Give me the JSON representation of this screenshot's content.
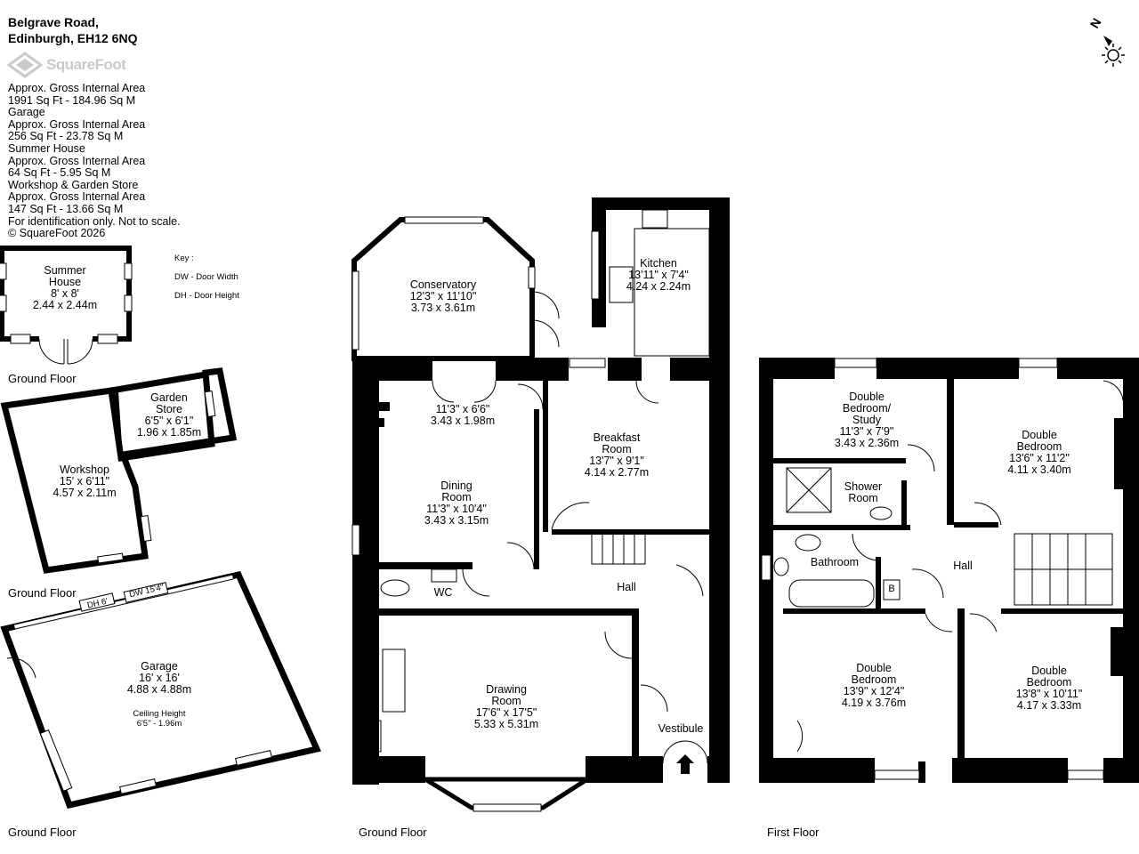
{
  "address": {
    "line1": "Belgrave Road,",
    "line2": "Edinburgh, EH12 6NQ"
  },
  "brand": {
    "name": "SquareFoot"
  },
  "areas": [
    "Approx. Gross Internal Area",
    "1991 Sq Ft  -  184.96 Sq M",
    "Garage",
    "Approx. Gross Internal Area",
    "256 Sq Ft  -  23.78 Sq M",
    "Summer House",
    "Approx. Gross Internal Area",
    "64 Sq Ft  -  5.95 Sq M",
    "Workshop & Garden Store",
    "Approx. Gross Internal Area",
    "147 Sq Ft  -  13.66 Sq M",
    "For identification only. Not to scale.",
    "© SquareFoot 2026"
  ],
  "key": {
    "title": "Key :",
    "dw": "DW - Door Width",
    "dh": "DH - Door Height"
  },
  "compass": {
    "letter": "N"
  },
  "floors": {
    "ground": "Ground Floor",
    "first": "First Floor"
  },
  "rooms": {
    "summer_house": [
      "Summer",
      "House",
      "8' x 8'",
      "2.44 x 2.44m"
    ],
    "garden_store": [
      "Garden",
      "Store",
      "6'5\" x 6'1\"",
      "1.96 x 1.85m"
    ],
    "workshop": [
      "Workshop",
      "15' x 6'11\"",
      "4.57 x 2.11m"
    ],
    "garage": [
      "Garage",
      "16' x 16'",
      "4.88 x 4.88m"
    ],
    "garage_ceiling": [
      "Ceiling Height",
      "6'5\" - 1.96m"
    ],
    "garage_dh": "DH 6'",
    "garage_dw": "DW 15'4\"",
    "conservatory": [
      "Conservatory",
      "12'3\" x 11'10\"",
      "3.73 x 3.61m"
    ],
    "kitchen": [
      "Kitchen",
      "13'11\" x 7'4\"",
      "4.24 x 2.24m"
    ],
    "dining_upper": [
      "11'3\" x 6'6\"",
      "3.43 x 1.98m"
    ],
    "dining": [
      "Dining",
      "Room",
      "11'3\" x 10'4\"",
      "3.43 x 3.15m"
    ],
    "breakfast": [
      "Breakfast",
      "Room",
      "13'7\" x 9'1\"",
      "4.14 x 2.77m"
    ],
    "wc": "WC",
    "gf_hall": "Hall",
    "drawing": [
      "Drawing",
      "Room",
      "17'6\" x 17'5\"",
      "5.33 x 5.31m"
    ],
    "vestibule": "Vestibule",
    "ff_study": [
      "Double",
      "Bedroom/",
      "Study",
      "11'3\" x 7'9\"",
      "3.43 x 2.36m"
    ],
    "ff_bed_ne": [
      "Double",
      "Bedroom",
      "13'6\" x 11'2\"",
      "4.11 x 3.40m"
    ],
    "shower": [
      "Shower",
      "Room"
    ],
    "bathroom": "Bathroom",
    "ff_hall": "Hall",
    "boiler": "B",
    "ff_bed_sw": [
      "Double",
      "Bedroom",
      "13'9\" x 12'4\"",
      "4.19 x 3.76m"
    ],
    "ff_bed_se": [
      "Double",
      "Bedroom",
      "13'8\" x 10'11\"",
      "4.17 x 3.33m"
    ]
  }
}
